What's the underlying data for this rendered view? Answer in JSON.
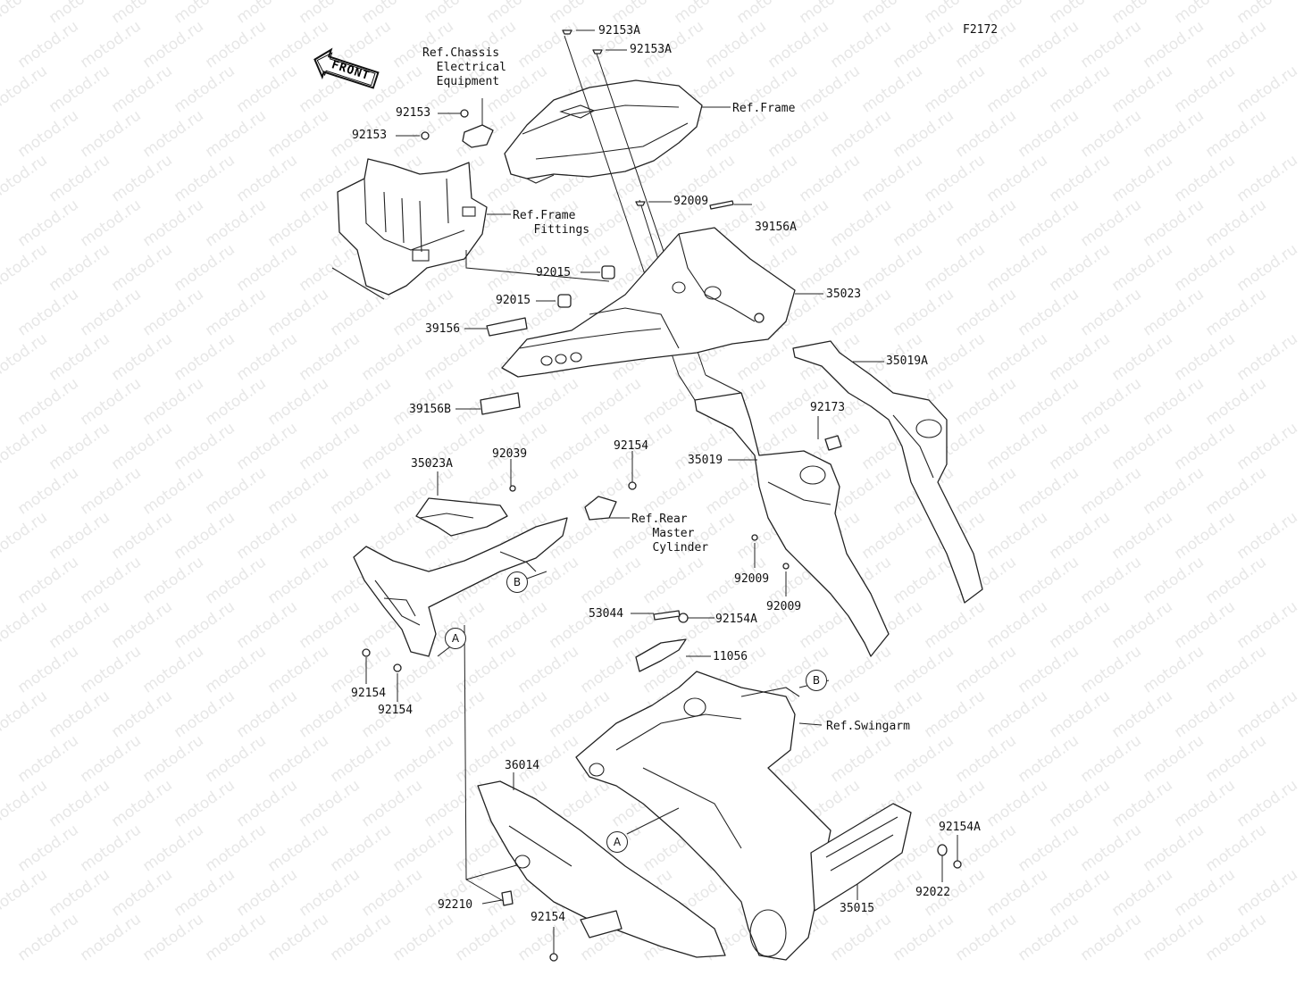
{
  "figure_id": "F2172",
  "front_label": "FRONT",
  "parts": {
    "p92153A_1": "92153A",
    "p92153A_2": "92153A",
    "ref_chassis": "Ref.Chassis\n  Electrical\n  Equipment",
    "ref_frame": "Ref.Frame",
    "p92153_1": "92153",
    "p92153_2": "92153",
    "p92009_top": "92009",
    "p39156A": "39156A",
    "ref_frame_fittings": "Ref.Frame\n   Fittings",
    "p92015_1": "92015",
    "p92015_2": "92015",
    "p35023": "35023",
    "p39156": "39156",
    "p35019A": "35019A",
    "p39156B": "39156B",
    "p92173": "92173",
    "p92039": "92039",
    "p92154_top": "92154",
    "p35023A": "35023A",
    "p35019": "35019",
    "ref_rear_master": "Ref.Rear\n   Master\n   Cylinder",
    "p92009_a": "92009",
    "p92009_b": "92009",
    "p53044": "53044",
    "p92154A_top": "92154A",
    "p11056": "11056",
    "p92154_l1": "92154",
    "p92154_l2": "92154",
    "ref_swingarm": "Ref.Swingarm",
    "p36014": "36014",
    "p92154A_r": "92154A",
    "p92022": "92022",
    "p92210": "92210",
    "p92154_bot": "92154",
    "p35015": "35015"
  },
  "refs": {
    "A": "A",
    "B": "B"
  },
  "watermark": "motod.ru"
}
